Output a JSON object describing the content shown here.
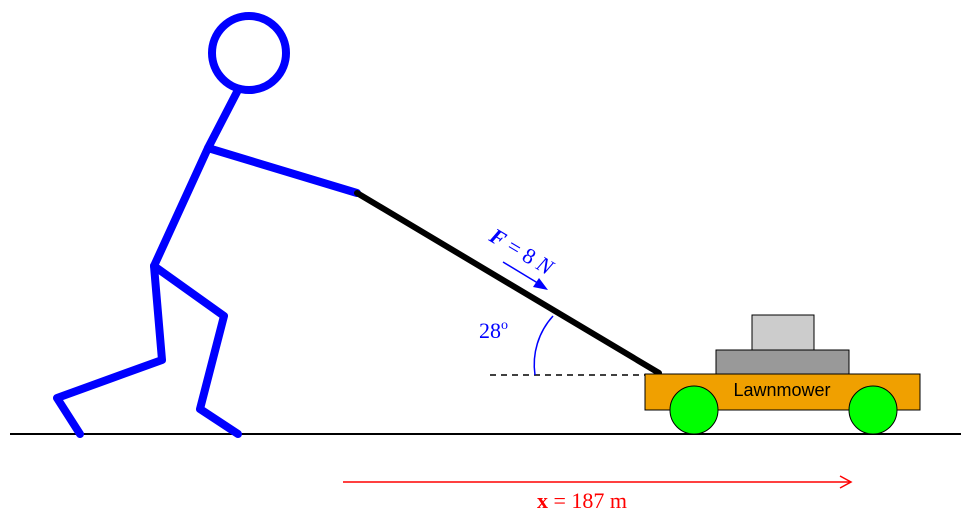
{
  "force": {
    "symbol": "F",
    "equals": " = 8 ",
    "unit": "N"
  },
  "angle": {
    "value": "28",
    "unit": "o"
  },
  "mower": {
    "label": "Lawnmower"
  },
  "displacement": {
    "symbol": "x",
    "rest": " = 187 m"
  },
  "colors": {
    "person": "#0000ff",
    "handle": "#000000",
    "mower_body": "#f0a000",
    "mower_top_dark": "#999999",
    "mower_top_light": "#cccccc",
    "wheel": "#00ff00",
    "force_label": "#0000ff",
    "displacement": "#ff0000"
  }
}
